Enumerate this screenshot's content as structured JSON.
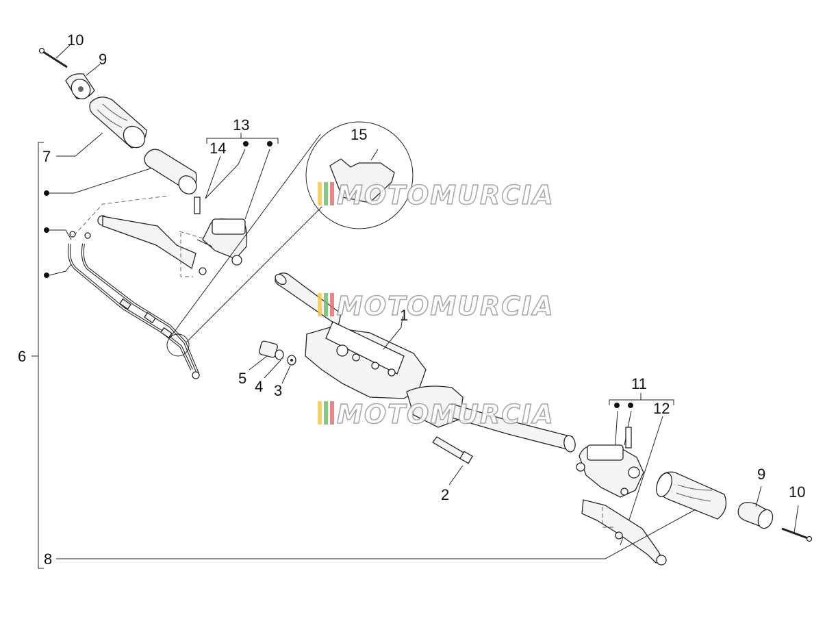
{
  "labels": {
    "l1": "1",
    "l2": "2",
    "l3": "3",
    "l4": "4",
    "l5": "5",
    "l6": "6",
    "l7": "7",
    "l8": "8",
    "l9a": "9",
    "l9b": "9",
    "l10a": "10",
    "l10b": "10",
    "l11": "11",
    "l12": "12",
    "l13": "13",
    "l14": "14",
    "l15": "15"
  },
  "watermark": "MOTOMURCIA",
  "colors": {
    "watermark_stripe_1": "#f2c94c",
    "watermark_stripe_2": "#6fbf73",
    "watermark_stripe_3": "#e57373",
    "line": "#222222"
  }
}
